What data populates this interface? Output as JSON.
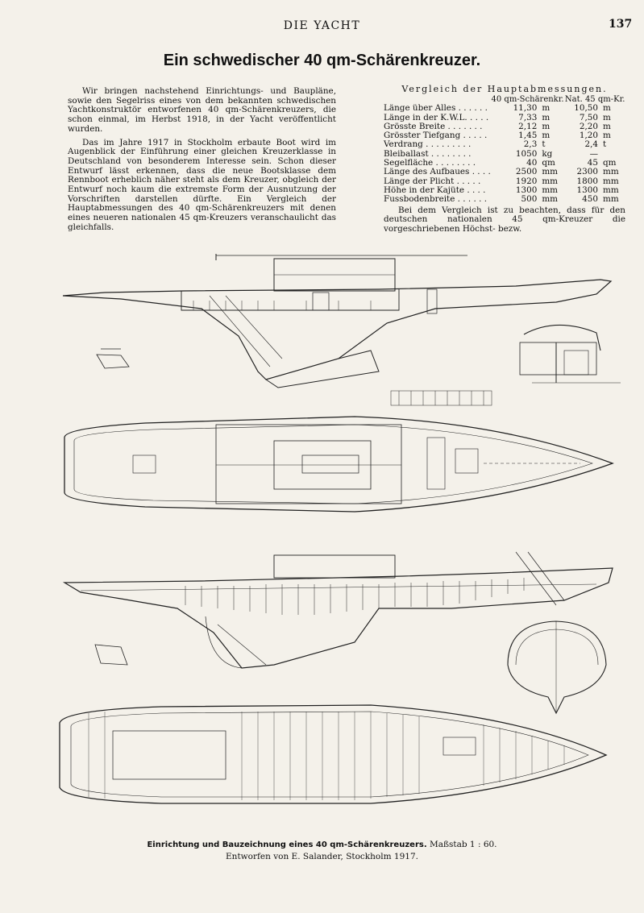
{
  "header": {
    "running_head": "DIE YACHT",
    "page_number": "137"
  },
  "title": "Ein schwedischer 40 qm-Schärenkreuzer.",
  "intro": {
    "p1": "Wir bringen nachstehend Einrichtungs- und Baupläne, sowie den Segelriss eines von dem bekannten schwedischen Yachtkonstruktör entworfenen 40 qm-Schärenkreuzers, die schon einmal, im Herbst 1918, in der Yacht veröffentlicht wurden.",
    "p2": "Das im Jahre 1917 in Stockholm erbaute Boot wird im Augenblick der Einführung einer gleichen Kreuzerklasse in Deutschland von besonderem Interesse sein. Schon dieser Entwurf lässt erkennen, dass die neue Bootsklasse dem Rennboot erheblich näher steht als dem Kreuzer, obgleich der Entwurf noch kaum die extremste Form der Ausnutzung der Vorschriften darstellen dürfte. Ein Vergleich der Hauptabmessungen des 40 qm-Schärenkreuzers mit denen eines neueren nationalen 45 qm-Kreuzers veranschaulicht das gleichfalls."
  },
  "comparison": {
    "caption": "Vergleich der Hauptabmessungen.",
    "col1": "40 qm-Schärenkr.",
    "col2": "Nat. 45 qm-Kr.",
    "rows": [
      {
        "label": "Länge über Alles . . . . . .",
        "v1": "11,30",
        "u1": "m",
        "v2": "10,50",
        "u2": "m"
      },
      {
        "label": "Länge in der K.W.L. . . . .",
        "v1": "7,33",
        "u1": "m",
        "v2": "7,50",
        "u2": "m"
      },
      {
        "label": "Grösste Breite . . . . . . .",
        "v1": "2,12",
        "u1": "m",
        "v2": "2,20",
        "u2": "m"
      },
      {
        "label": "Grösster Tiefgang . . . . .",
        "v1": "1,45",
        "u1": "m",
        "v2": "1,20",
        "u2": "m"
      },
      {
        "label": "Verdrang . . . . . . . . .",
        "v1": "2,3",
        "u1": "t",
        "v2": "2,4",
        "u2": "t"
      },
      {
        "label": "Bleiballast . . . . . . . .",
        "v1": "1050",
        "u1": "kg",
        "v2": "—",
        "u2": ""
      },
      {
        "label": "Segelfläche . . . . . . . .",
        "v1": "40",
        "u1": "qm",
        "v2": "45",
        "u2": "qm"
      },
      {
        "label": "Länge des Aufbaues . . . .",
        "v1": "2500",
        "u1": "mm",
        "v2": "2300",
        "u2": "mm"
      },
      {
        "label": "Länge der Plicht . . . . .",
        "v1": "1920",
        "u1": "mm",
        "v2": "1800",
        "u2": "mm"
      },
      {
        "label": "Höhe in der Kajüte . . . .",
        "v1": "1300",
        "u1": "mm",
        "v2": "1300",
        "u2": "mm"
      },
      {
        "label": "Fussbodenbreite . . . . . .",
        "v1": "500",
        "u1": "mm",
        "v2": "450",
        "u2": "mm"
      }
    ],
    "note": "Bei dem Vergleich ist zu beachten, dass für den deutschen nationalen 45 qm-Kreuzer die vorgeschriebenen Höchst- bezw."
  },
  "figure_caption": {
    "line1_bold": "Einrichtung und Bauzeichnung eines 40 qm-Schärenkreuzers.",
    "line1_scale": "Maßstab 1 : 60.",
    "line2": "Entworfen von E. Salander, Stockholm 1917."
  },
  "colors": {
    "paper": "#f4f1ea",
    "ink": "#111111"
  }
}
